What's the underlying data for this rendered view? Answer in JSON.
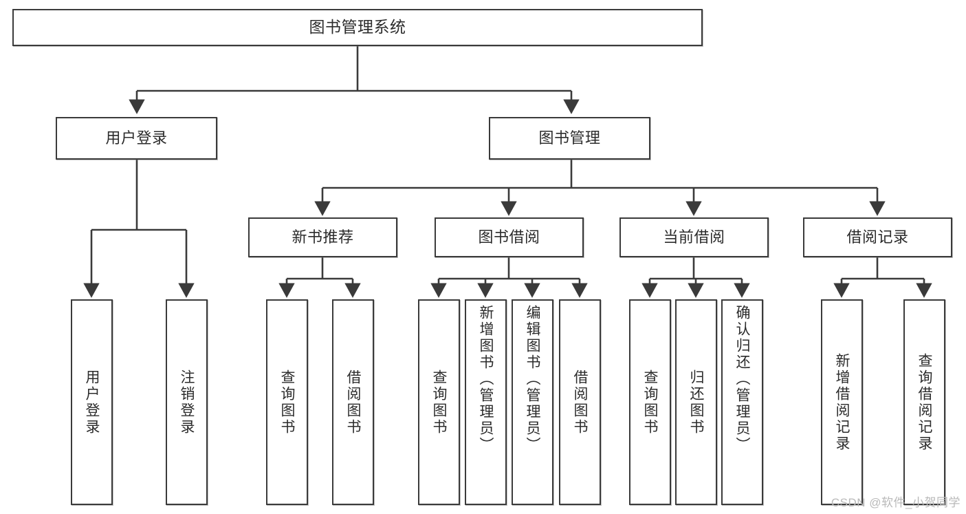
{
  "diagram": {
    "title": "图书管理系统",
    "type": "tree",
    "background_color": "#ffffff",
    "line_color": "#3a3a3a",
    "box_border_color": "#3a3a3a",
    "text_color": "#2b2b2b",
    "watermark": "CSDN @软件_小贺同学",
    "watermark_color": "#b9b9b9"
  },
  "nodes": {
    "root": {
      "label": "图书管理系统"
    },
    "level1": [
      {
        "id": "user-login",
        "label": "用户登录"
      },
      {
        "id": "book-manage",
        "label": "图书管理"
      }
    ],
    "level2": [
      {
        "id": "new-book-recommend",
        "label": "新书推荐"
      },
      {
        "id": "book-borrow",
        "label": "图书借阅"
      },
      {
        "id": "current-borrow",
        "label": "当前借阅"
      },
      {
        "id": "borrow-record",
        "label": "借阅记录"
      }
    ],
    "leaves": {
      "user_login": [
        {
          "id": "leaf-user-login",
          "label": "用户登录"
        },
        {
          "id": "leaf-user-logout",
          "label": "注销登录"
        }
      ],
      "new_book_recommend": [
        {
          "id": "leaf-query-book-1",
          "label": "查询图书"
        },
        {
          "id": "leaf-borrow-book-1",
          "label": "借阅图书"
        }
      ],
      "book_borrow": [
        {
          "id": "leaf-query-book-2",
          "label": "查询图书"
        },
        {
          "id": "leaf-add-book",
          "label": "新增图书（管理员）"
        },
        {
          "id": "leaf-edit-book",
          "label": "编辑图书（管理员）"
        },
        {
          "id": "leaf-borrow-book-2",
          "label": "借阅图书"
        }
      ],
      "current_borrow": [
        {
          "id": "leaf-query-book-3",
          "label": "查询图书"
        },
        {
          "id": "leaf-return-book",
          "label": "归还图书"
        },
        {
          "id": "leaf-confirm-return",
          "label": "确认归还（管理员）"
        }
      ],
      "borrow_record": [
        {
          "id": "leaf-add-record",
          "label": "新增借阅记录"
        },
        {
          "id": "leaf-query-record",
          "label": "查询借阅记录"
        }
      ]
    }
  }
}
